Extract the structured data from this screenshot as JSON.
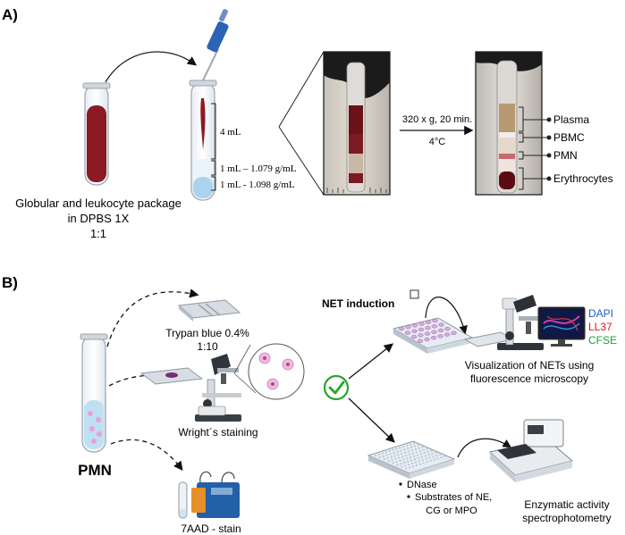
{
  "panel_a": {
    "label": "A)",
    "caption_line1": "Globular and leukocyte package",
    "caption_line2": "in DPBS 1X",
    "caption_line3": "1:1",
    "vol_4ml": "4 mL",
    "vol_1079": "1 mL – 1.079 g/mL",
    "vol_1098": "1 mL - 1.098 g/mL",
    "centrifuge_line1": "320 x g, 20 min.",
    "centrifuge_line2": "4°C",
    "layers": [
      "Plasma",
      "PBMC",
      "PMN",
      "Erythrocytes"
    ]
  },
  "panel_b": {
    "label": "B)",
    "pmn_label": "PMN",
    "trypan_line1": "Trypan blue 0.4%",
    "trypan_line2": "1:10",
    "wright": "Wright´s staining",
    "aad": "7AAD - stain",
    "net_induction": "NET induction",
    "stain_dapi": "DAPI",
    "stain_ll37": "LL37",
    "stain_cfse": "CFSE",
    "vis_line1": "Visualization of NETs using",
    "vis_line2": "fluorescence microscopy",
    "bullet1": "DNase",
    "bullet2_line1": "Substrates of NE,",
    "bullet2_line2": "CG or MPO",
    "enz_line1": "Enzymatic activity",
    "enz_line2": "spectrophotometry"
  },
  "colors": {
    "blood": "#8b1a24",
    "dapi": "#1f5fbf",
    "ll37": "#e01b1b",
    "cfse": "#1e9e3e",
    "check": "#2aa52a"
  }
}
